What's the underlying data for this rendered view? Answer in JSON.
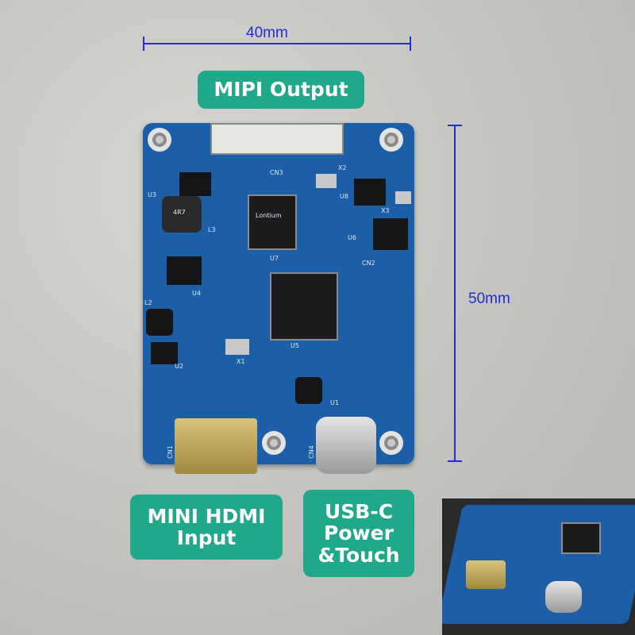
{
  "dimensions": {
    "width_label": "40mm",
    "height_label": "50mm",
    "color": "#1f2fd0"
  },
  "labels": {
    "mipi": "MIPI Output",
    "hdmi": [
      "MINI HDMI",
      "Input"
    ],
    "usbc": [
      "USB-C",
      "Power",
      "&Touch"
    ],
    "color": "#1fa88a"
  },
  "board": {
    "color": "#1d5ea8",
    "silkscreen": [
      "CN3",
      "CN2",
      "CN1",
      "CN4",
      "U3",
      "U7",
      "U8",
      "U6",
      "U4",
      "U5",
      "U2",
      "U1",
      "L3",
      "L2",
      "X1",
      "X2",
      "X3",
      "4R7",
      "Lontium"
    ]
  }
}
